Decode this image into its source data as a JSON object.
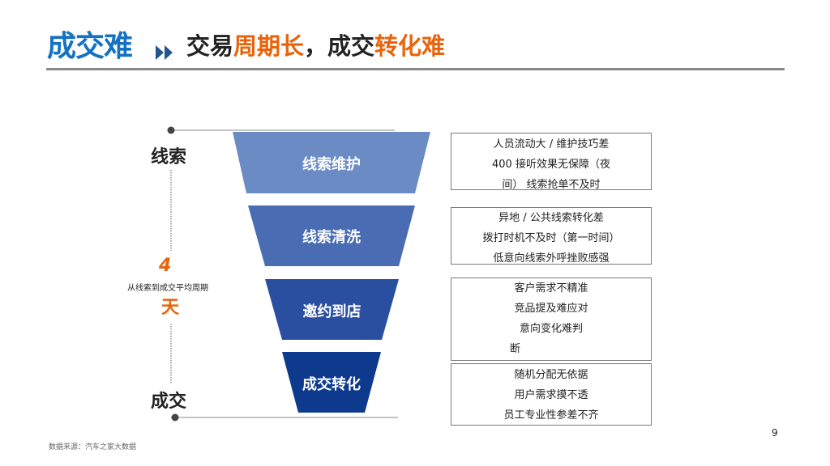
{
  "title": {
    "main": "成交难",
    "sub_part1": "交易",
    "sub_part2": "周期长",
    "sub_part3": "，成交",
    "sub_part4": "转化难"
  },
  "colors": {
    "title_blue": "#1572c2",
    "accent_orange": "#e8640c",
    "funnel": [
      "#6a8bc4",
      "#4a6cb3",
      "#2a4fa0",
      "#0d3a8d"
    ]
  },
  "stages": {
    "start": "线索",
    "end": "成交"
  },
  "cycle": {
    "number": "4",
    "unit": "天",
    "label": "从线索到成交平均周期"
  },
  "funnel": [
    {
      "label": "线索维护",
      "issues": [
        "人员流动大 / 维护技巧差",
        "400 接听效果无保障（夜",
        "间）  线索抢单不及时"
      ]
    },
    {
      "label": "线索清洗",
      "issues": [
        "异地 / 公共线索转化差",
        "拨打时机不及时（第一时间）",
        "低意向线索外呼挫败感强"
      ]
    },
    {
      "label": "邀约到店",
      "issues": [
        "客户需求不精准",
        "竞品提及难应对",
        "意向变化难判",
        "断"
      ]
    },
    {
      "label": "成交转化",
      "issues": [
        "随机分配无依据",
        "用户需求摸不透",
        "员工专业性参差不齐"
      ]
    }
  ],
  "footer": {
    "source": "数据来源：汽车之家大数据",
    "page": "9"
  }
}
